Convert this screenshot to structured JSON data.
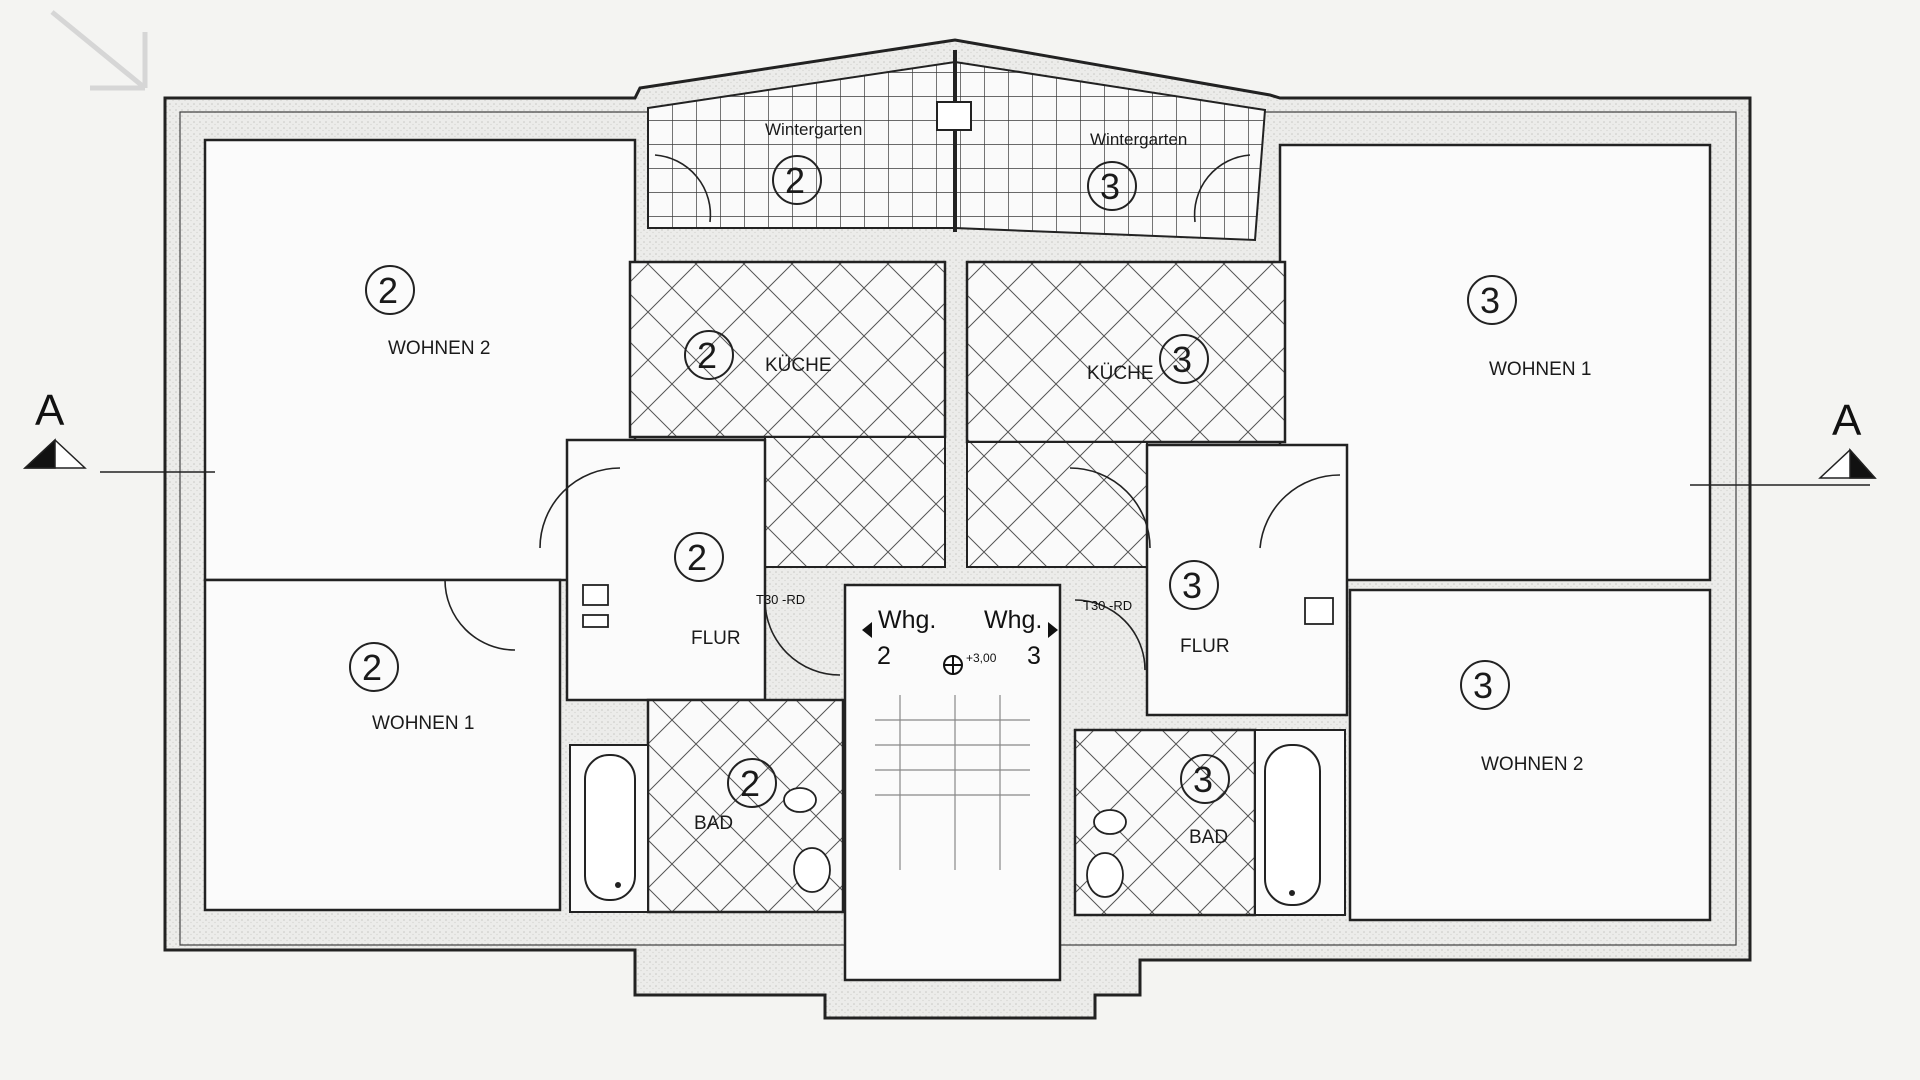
{
  "section_marker": {
    "left": "A",
    "right": "A"
  },
  "unit2": {
    "number": "2",
    "wintergarten": "Wintergarten",
    "wohnen_a": "WOHNEN 2",
    "wohnen_b": "WOHNEN 1",
    "kueche": "KÜCHE",
    "flur": "FLUR",
    "bad": "BAD"
  },
  "unit3": {
    "number": "3",
    "wintergarten": "Wintergarten",
    "wohnen_a": "WOHNEN 1",
    "wohnen_b": "WOHNEN 2",
    "kueche": "KÜCHE",
    "flur": "FLUR",
    "bad": "BAD"
  },
  "stair": {
    "whg_left_label": "Whg.",
    "whg_left_num": "2",
    "whg_right_label": "Whg.",
    "whg_right_num": "3",
    "level": "+3,00"
  },
  "door_left": "T30 -RD",
  "door_right": "T30 -RD"
}
